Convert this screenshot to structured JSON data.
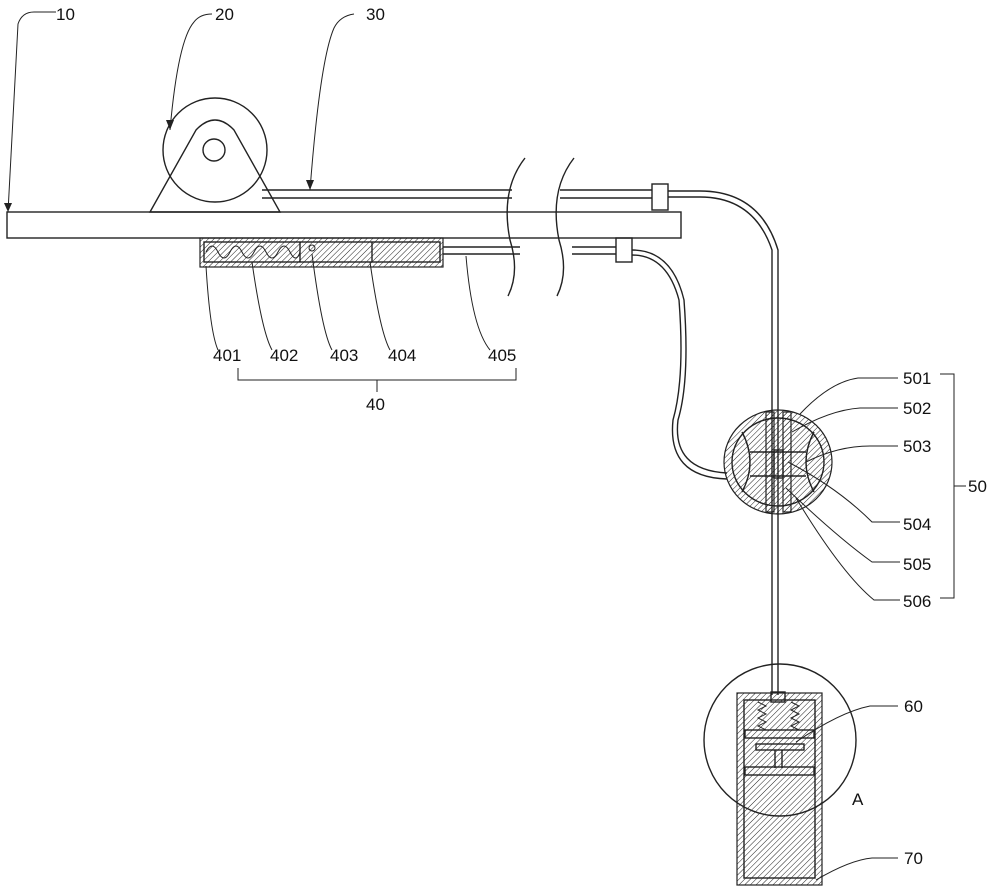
{
  "labels": {
    "l10": "10",
    "l20": "20",
    "l30": "30",
    "l40": "40",
    "l401": "401",
    "l402": "402",
    "l403": "403",
    "l404": "404",
    "l405": "405",
    "l50": "50",
    "l501": "501",
    "l502": "502",
    "l503": "503",
    "l504": "504",
    "l505": "505",
    "l506": "506",
    "l60": "60",
    "l70": "70",
    "lA": "A"
  },
  "colors": {
    "line": "#222222",
    "background": "#ffffff"
  }
}
